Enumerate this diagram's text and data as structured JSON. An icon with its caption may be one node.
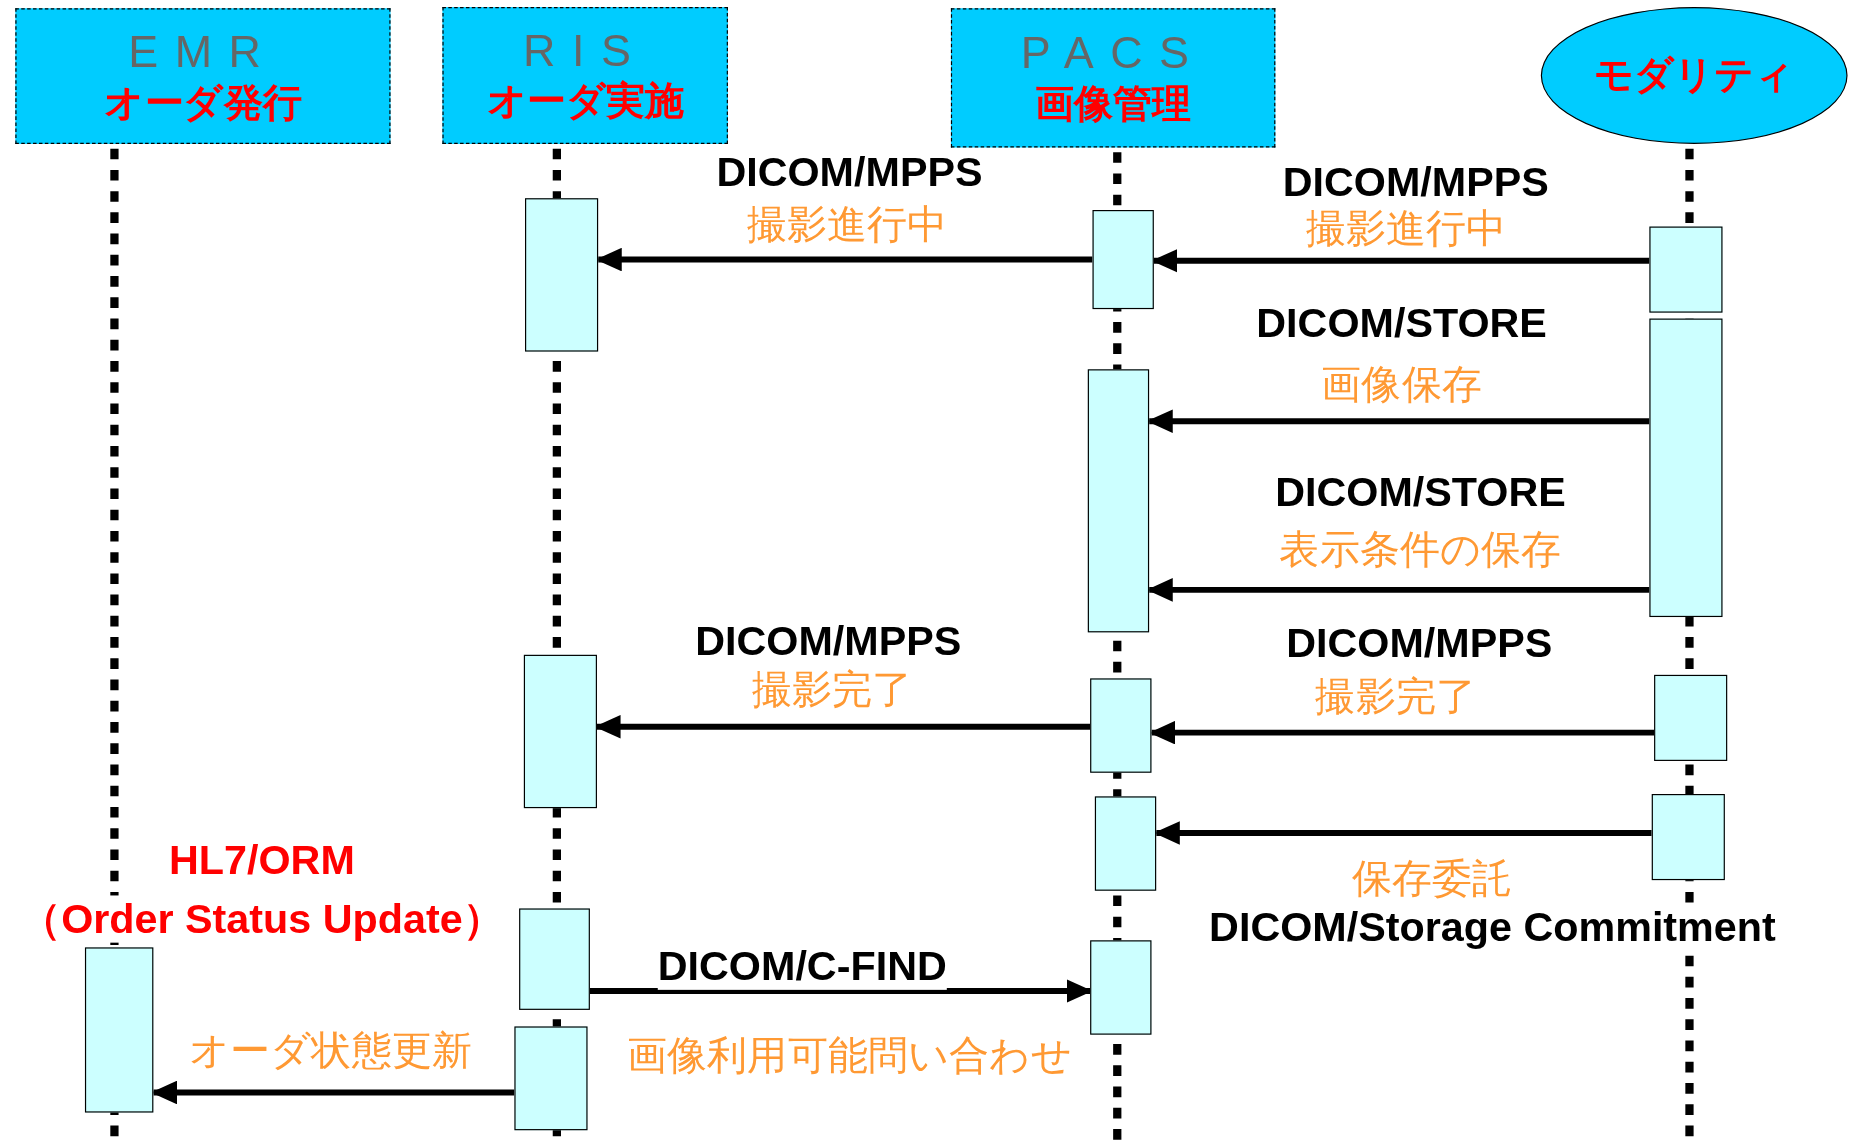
{
  "diagram": {
    "nodes": [
      {
        "text": [
          "EMR",
          "オーダ発行"
        ]
      },
      {
        "text": [
          "RIS",
          "オーダ実施"
        ]
      },
      {
        "text": [
          "PACS",
          "画像管理"
        ]
      },
      {
        "text": [
          "モダリティ"
        ]
      },
      {
        "text": [],
        "shape": "bar"
      },
      {
        "text": [],
        "shape": "bar"
      },
      {
        "text": [],
        "shape": "bar"
      },
      {
        "text": [],
        "shape": "bar"
      },
      {
        "text": [],
        "shape": "bar"
      },
      {
        "text": [],
        "shape": "bar"
      },
      {
        "text": [],
        "shape": "bar"
      },
      {
        "text": [],
        "shape": "bar"
      },
      {
        "text": [],
        "shape": "bar"
      },
      {
        "text": [],
        "shape": "bar"
      },
      {
        "text": [],
        "shape": "bar"
      },
      {
        "text": [],
        "shape": "bar"
      },
      {
        "text": [],
        "shape": "bar"
      },
      {
        "text": [],
        "shape": "bar"
      }
    ],
    "edges": [
      {
        "from": 6,
        "to": 5,
        "arrow": "to",
        "label": "撮影進行中"
      },
      {
        "from": 5,
        "to": 4,
        "arrow": "to",
        "label": "撮影進行中"
      },
      {
        "from": 7,
        "to": 8,
        "arrow": "to",
        "label": "画像保存"
      },
      {
        "from": 7,
        "to": 8,
        "arrow": "to",
        "label": "表示条件の保存"
      },
      {
        "from": 11,
        "to": 10,
        "arrow": "to",
        "label": "撮影完了"
      },
      {
        "from": 10,
        "to": 9,
        "arrow": "to",
        "label": "撮影完了"
      },
      {
        "from": 13,
        "to": 12,
        "arrow": "to",
        "label": "保存委託"
      },
      {
        "from": 14,
        "to": 15,
        "arrow": "to",
        "label": "画像利用可能問い合わせ"
      },
      {
        "from": 17,
        "to": 16,
        "arrow": "to",
        "label": "オーダ状態更新"
      }
    ],
    "labels": [
      "DICOM/MPPS",
      "DICOM/MPPS",
      "DICOM/STORE",
      "DICOM/STORE",
      "DICOM/MPPS",
      "DICOM/MPPS",
      "HL7/ORM",
      "（Order Status Update）",
      "DICOM/Storage Commitment",
      "DICOM/C-FIND"
    ]
  }
}
